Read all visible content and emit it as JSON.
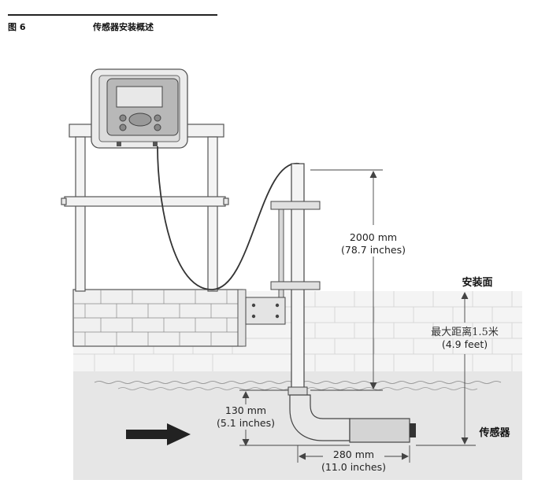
{
  "header": {
    "figure_number": "图 6",
    "figure_title": "传感器安装概述"
  },
  "labels": {
    "height_value": "2000 mm",
    "height_imperial": "(78.7 inches)",
    "mounting_surface": "安装面",
    "max_distance": "最大距离1.5米",
    "max_distance_imperial": "(4.9 feet)",
    "depth_value": "130 mm",
    "depth_imperial": "(5.1 inches)",
    "sensor": "传感器",
    "offset_value": "280 mm",
    "offset_imperial": "(11.0 inches)"
  }
}
